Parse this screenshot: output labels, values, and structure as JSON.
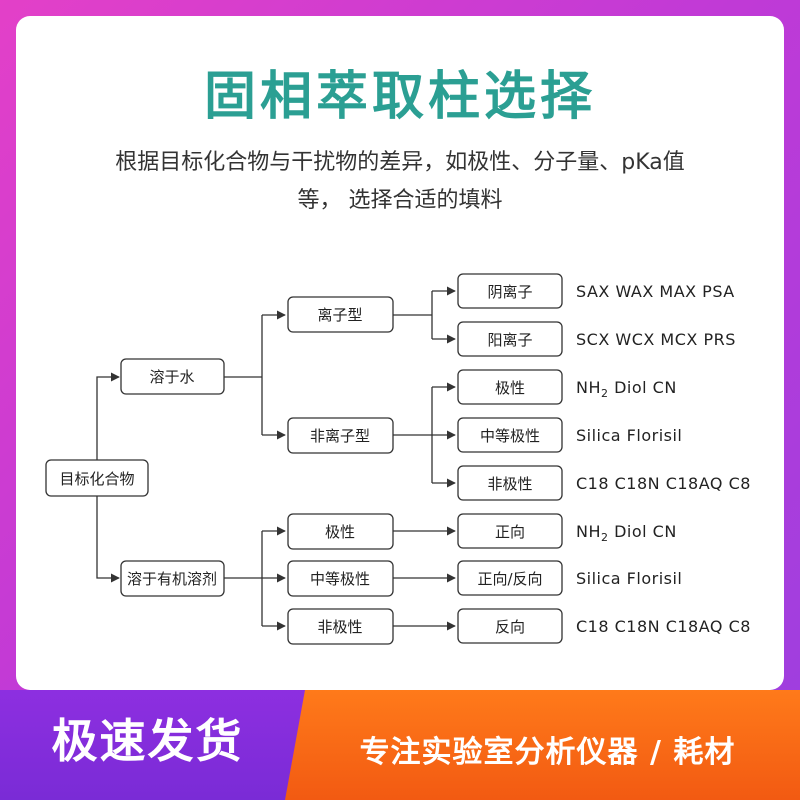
{
  "header": {
    "title": "固相萃取柱选择",
    "subtitle_line1": "根据目标化合物与干扰物的差异，如极性、分子量、pKa值",
    "subtitle_line2": "等， 选择合适的填料"
  },
  "diagram": {
    "root": "目标化合物",
    "water": "溶于水",
    "organic": "溶于有机溶剂",
    "ionic": "离子型",
    "nonionic": "非离子型",
    "anion": "阴离子",
    "cation": "阳离子",
    "polar": "极性",
    "mid_polar": "中等极性",
    "non_polar": "非极性",
    "org_polar": "极性",
    "org_mid": "中等极性",
    "org_nonpolar": "非极性",
    "normal": "正向",
    "normal_reverse": "正向/反向",
    "reverse": "反向",
    "labels": {
      "anion": "SAX  WAX  MAX  PSA",
      "cation": "SCX  WCX  MCX  PRS",
      "polar_nh2": "NH",
      "polar_sub": "2",
      "polar_rest": " Diol  CN",
      "mid": "Silica  Florisil",
      "nonpolar": "C18  C18N  C18AQ  C8",
      "org_polar_nh2": "NH",
      "org_polar_sub": "2",
      "org_polar_rest": " Diol  CN",
      "org_mid": "Silica  Florisil",
      "org_nonpolar": "C18  C18N  C18AQ  C8"
    }
  },
  "footer": {
    "left": "极速发货",
    "right": "专注实验室分析仪器 / 耗材"
  },
  "colors": {
    "title": "#2b9f93",
    "bg_magenta": "#e340c8",
    "banner_purple": "#8d2fe0",
    "banner_orange": "#f56a15"
  }
}
